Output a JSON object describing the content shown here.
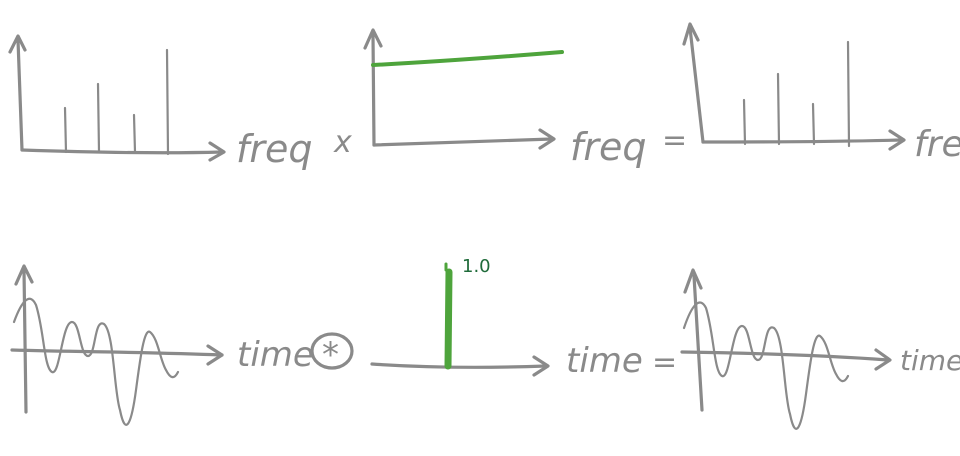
{
  "colors": {
    "ink": "#8a8a8a",
    "accent": "#4ea43c",
    "label_accent": "#1f6b3a"
  },
  "row_frequency": {
    "label_1": "freq",
    "operator_1": "x",
    "label_2": "freq",
    "operator_2": "=",
    "label_3": "freq"
  },
  "row_time": {
    "label_1": "time",
    "operator_1": "*",
    "impulse_value": "1.0",
    "label_2": "time",
    "operator_2": "=",
    "label_3": "time"
  }
}
